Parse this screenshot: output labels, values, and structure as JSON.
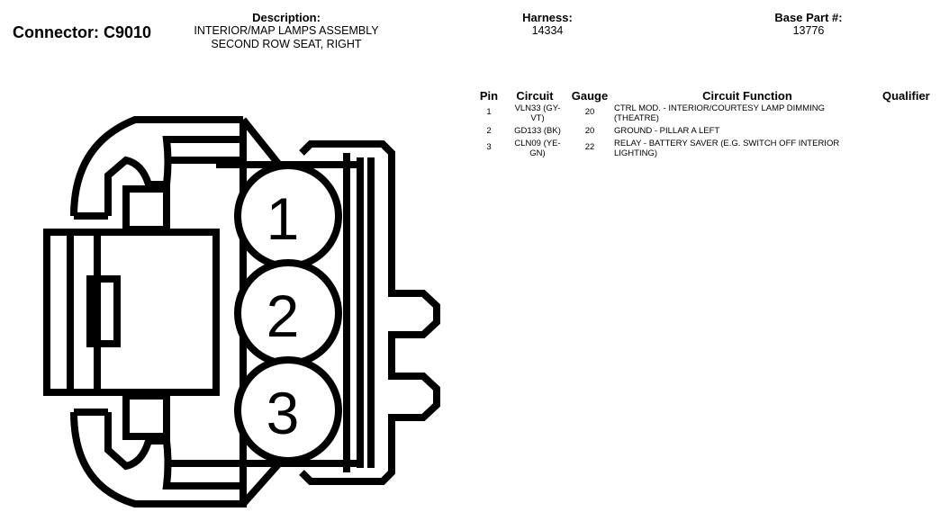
{
  "connector": {
    "label": "Connector: C9010"
  },
  "description": {
    "label": "Description:",
    "line1": "INTERIOR/MAP LAMPS ASSEMBLY",
    "line2": "SECOND ROW SEAT, RIGHT"
  },
  "harness": {
    "label": "Harness:",
    "value": "14334"
  },
  "base_part": {
    "label": "Base Part #:",
    "value": "13776"
  },
  "table": {
    "headers": {
      "pin": "Pin",
      "circuit": "Circuit",
      "gauge": "Gauge",
      "function": "Circuit Function",
      "qualifier": "Qualifier"
    },
    "rows": [
      {
        "pin": "1",
        "circuit": "VLN33 (GY-VT)",
        "gauge": "20",
        "function": "CTRL MOD. - INTERIOR/COURTESY LAMP DIMMING (THEATRE)"
      },
      {
        "pin": "2",
        "circuit": "GD133 (BK)",
        "gauge": "20",
        "function": "GROUND - PILLAR A LEFT"
      },
      {
        "pin": "3",
        "circuit": "CLN09 (YE-GN)",
        "gauge": "22",
        "function": "RELAY - BATTERY SAVER (E.G. SWITCH OFF INTERIOR LIGHTING)"
      }
    ]
  },
  "diagram": {
    "pin_labels": [
      "1",
      "2",
      "3"
    ]
  }
}
